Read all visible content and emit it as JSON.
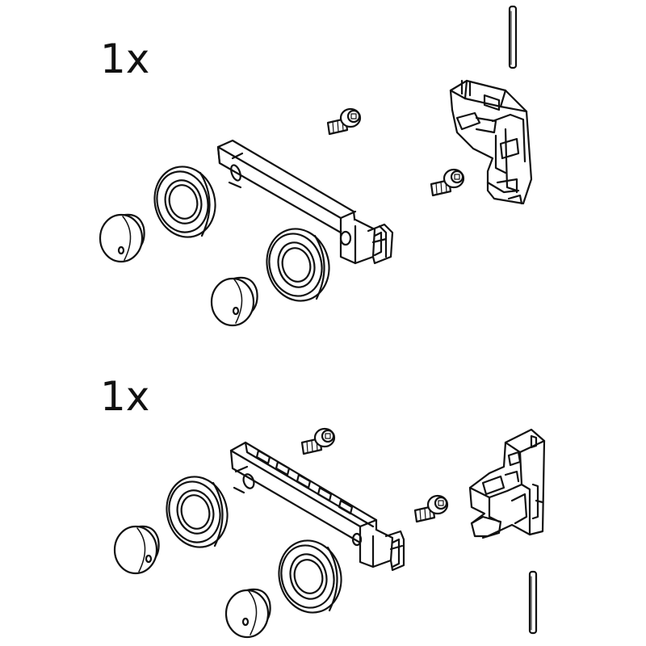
{
  "sets": [
    {
      "quantity_label": "1x"
    },
    {
      "quantity_label": "1x"
    }
  ],
  "colors": {
    "line": "#111111",
    "background": "#ffffff"
  },
  "icons": [
    "pin",
    "clamp-bracket",
    "screw",
    "carrier-plate",
    "roller-wheel",
    "end-cap"
  ]
}
